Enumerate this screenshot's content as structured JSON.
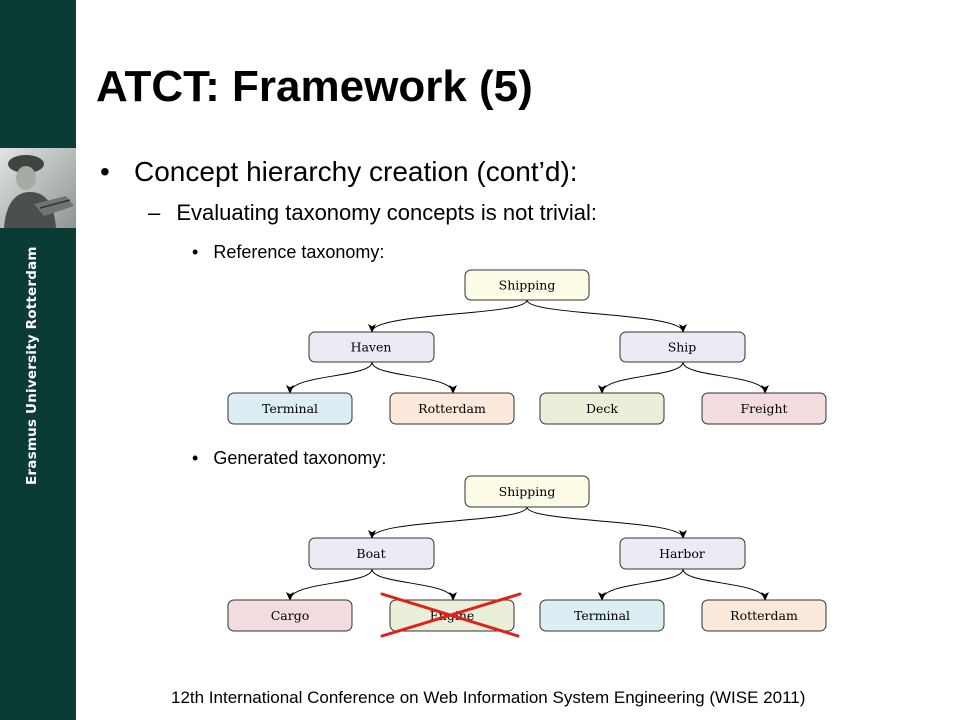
{
  "sidebar": {
    "university_name": "Erasmus University Rotterdam",
    "color": "#0b3b35"
  },
  "slide": {
    "title": "ATCT: Framework (5)",
    "bullet1": "Concept hierarchy creation (cont’d):",
    "bullet2": "Evaluating taxonomy concepts is not trivial:",
    "reference_label": "Reference taxonomy:",
    "generated_label": "Generated taxonomy:",
    "footer": "12th International Conference on Web Information System Engineering (WISE 2011)"
  },
  "reference_tree": {
    "root": "Shipping",
    "left": "Haven",
    "right": "Ship",
    "left_children": [
      "Terminal",
      "Rotterdam"
    ],
    "right_children": [
      "Deck",
      "Freight"
    ]
  },
  "generated_tree": {
    "root": "Shipping",
    "left": "Boat",
    "right": "Harbor",
    "left_children": [
      "Cargo",
      "Engine"
    ],
    "right_children": [
      "Terminal",
      "Rotterdam"
    ],
    "crossed_out": "Engine"
  },
  "colors": {
    "root_fill": "#fdfce6",
    "mid_fill": "#eceaf5",
    "blue_fill": "#dcedf3",
    "peach_fill": "#fbe9dc",
    "green_fill": "#e9efd8",
    "red_fill": "#f3dcdd",
    "cross": "#e0201a"
  }
}
